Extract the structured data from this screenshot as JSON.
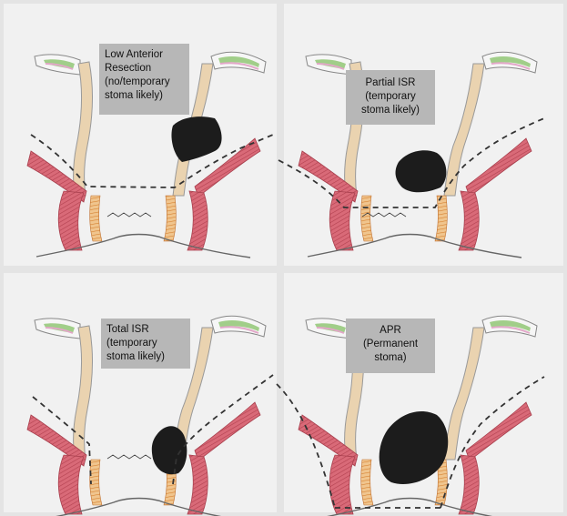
{
  "panels": [
    {
      "id": "lar",
      "lines": [
        "Low Anterior",
        "Resection",
        "(no/temporary",
        "stoma likely)"
      ]
    },
    {
      "id": "pisr",
      "lines": [
        "Partial ISR",
        "(temporary",
        "stoma likely)"
      ]
    },
    {
      "id": "tisr",
      "lines": [
        "Total ISR",
        "(temporary",
        "stoma likely)"
      ]
    },
    {
      "id": "apr",
      "lines": [
        "APR",
        "(Permanent",
        "stoma)"
      ]
    }
  ],
  "colors": {
    "background": "#e4e4e4",
    "paper": "#f1f1f1",
    "label_box": "#b7b7b7",
    "muscle": "#d96a78",
    "mucosa": "#e8c9a0",
    "sphincter": "#e89a4a",
    "tumor": "#1c1c1c",
    "bone_green": "#8cc46e",
    "bone_pink": "#e2a7c8"
  }
}
